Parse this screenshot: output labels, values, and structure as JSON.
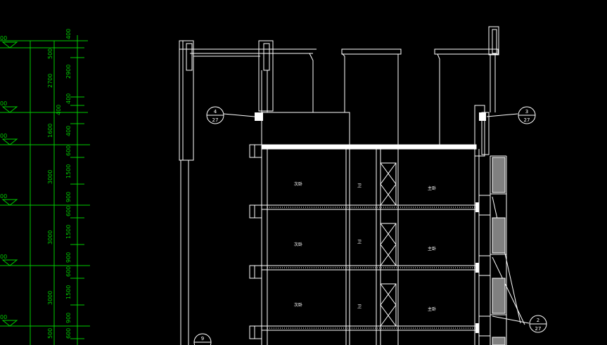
{
  "drawing": {
    "background": "#000000",
    "colors": {
      "dim": "#00cc00",
      "structure": "#ffffff",
      "hatch": "#808080",
      "level": "#00cc00"
    },
    "level_labels": [
      "00",
      "00",
      "00",
      "00",
      "00",
      "00"
    ],
    "dims_outer": [
      "2700",
      "1600",
      "3000",
      "3000",
      "3000"
    ],
    "dims_inner": [
      "400",
      "500",
      "400",
      "2900",
      "400",
      "400",
      "600",
      "1500",
      "900",
      "600",
      "1500",
      "900",
      "600",
      "1500",
      "900",
      "600",
      "500"
    ],
    "callouts": [
      {
        "num": "4",
        "sheet": "27"
      },
      {
        "num": "3",
        "sheet": "27"
      },
      {
        "num": "2",
        "sheet": "27"
      },
      {
        "num": "9",
        "sheet": ""
      }
    ],
    "rooms": [
      {
        "floor": 1,
        "labels": [
          "次卧",
          "卫",
          "主卧"
        ]
      },
      {
        "floor": 2,
        "labels": [
          "次卧",
          "卫",
          "主卧"
        ]
      },
      {
        "floor": 3,
        "labels": [
          "次卧",
          "卫",
          "主卧"
        ]
      }
    ]
  }
}
